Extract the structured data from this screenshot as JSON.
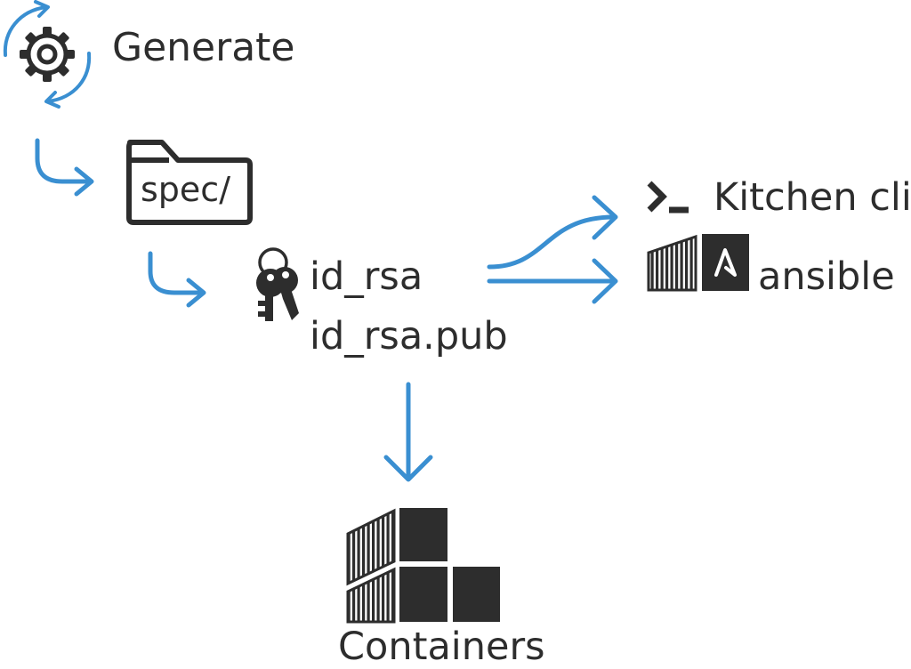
{
  "nodes": {
    "generate": {
      "label": "Generate",
      "icon": "gear-icon"
    },
    "spec": {
      "label": "spec/",
      "icon": "folder-icon"
    },
    "keys": {
      "icon": "keys-icon",
      "files": [
        "id_rsa",
        "id_rsa.pub"
      ]
    },
    "kitchen": {
      "label": "Kitchen cli",
      "icon": "terminal-icon"
    },
    "ansible": {
      "label": "ansible",
      "icon": "ansible-icon"
    },
    "containers": {
      "label": "Containers",
      "icon": "containers-icon"
    }
  },
  "colors": {
    "arrow": "#3a8fd1",
    "ink": "#2d2d2d"
  }
}
